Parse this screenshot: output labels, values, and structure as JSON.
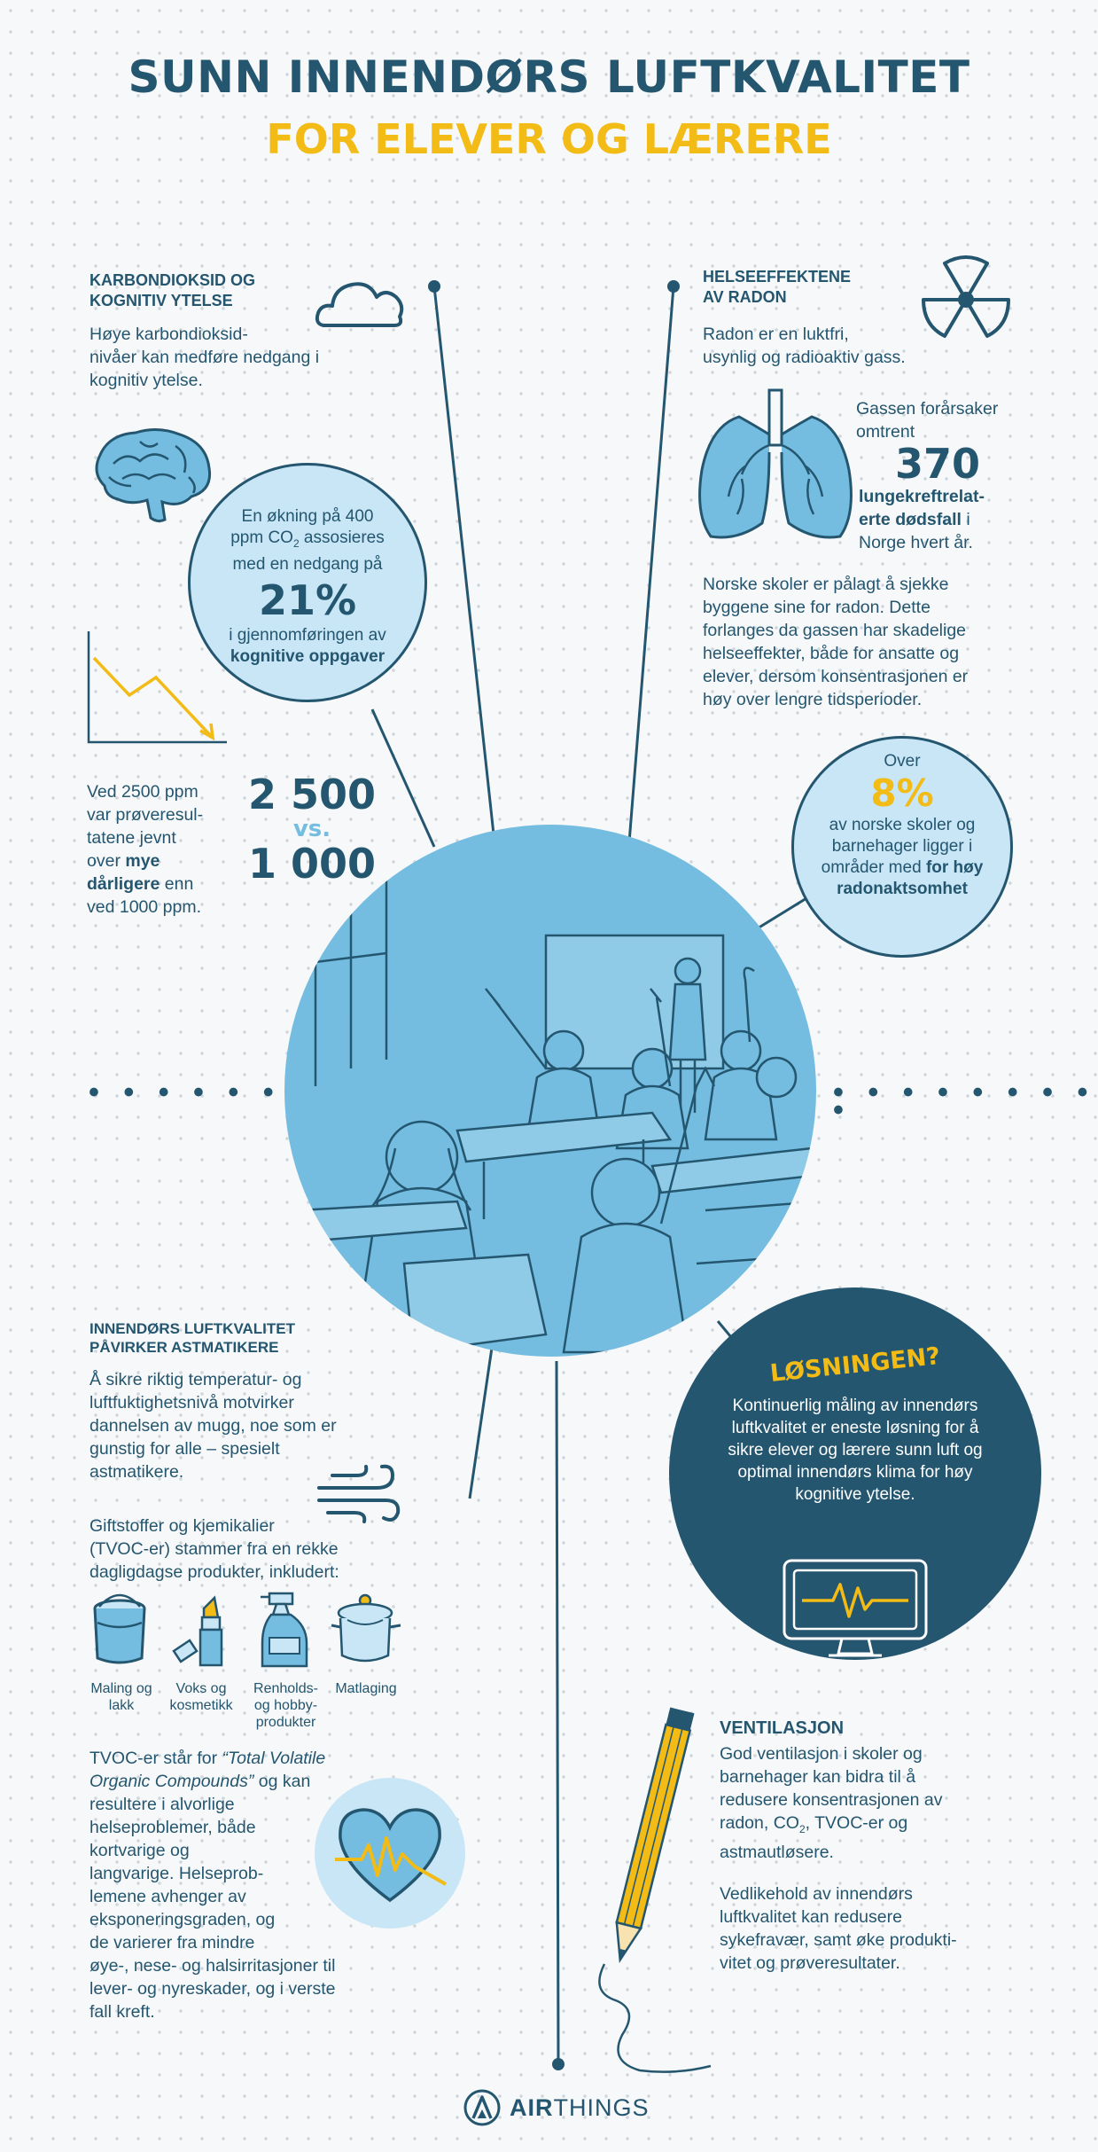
{
  "title": {
    "line1": "SUNN INNENDØRS LUFTKVALITET",
    "line2": "FOR ELEVER OG LÆRERE"
  },
  "co2": {
    "heading1": "KARBONDIOKSID OG",
    "heading2": "KOGNITIV YTELSE",
    "text1": "Høye karbondioksid-",
    "text2": "nivåer kan medføre nedgang i",
    "text3": "kognitiv ytelse.",
    "circle_line1": "En økning på 400",
    "circle_line2_a": "ppm CO",
    "circle_line2_sub": "2",
    "circle_line2_b": " assosieres",
    "circle_line3": "med en nedgang på",
    "circle_percent": "21%",
    "circle_line4": "i gjennomføringen av",
    "circle_bold": "kognitive oppgaver",
    "ppm_text1": "Ved 2500 ppm",
    "ppm_text2": "var prøveresul-",
    "ppm_text3": "tatene jevnt",
    "ppm_text4_a": "over ",
    "ppm_text4_b": "mye",
    "ppm_text5_a": "dårligere",
    "ppm_text5_b": " enn",
    "ppm_text6": "ved 1000 ppm.",
    "num1": "2 500",
    "vs": "vs.",
    "num2": "1 000"
  },
  "radon": {
    "heading1": "HELSEEFFEKTENE",
    "heading2": "AV RADON",
    "text1": "Radon er en luktfri,",
    "text2": "usynlig og radioaktiv gass.",
    "gas1": "Gassen forårsaker",
    "gas2": "omtrent",
    "number": "370",
    "bold1": "lungekreftrelat-",
    "bold2_a": "erte dødsfall",
    "bold2_b": " i",
    "gas3": "Norge hvert år.",
    "para1": "Norske skoler er pålagt å sjekke",
    "para2": "byggene sine for radon. Dette",
    "para3": "forlanges da gassen har skadelige",
    "para4": "helseeffekter, både for ansatte og",
    "para5": "elever, dersom konsentrasjonen er",
    "para6": "høy over lengre tidsperioder.",
    "circle_over": "Over",
    "circle_percent": "8%",
    "circle_line1": "av norske skoler og",
    "circle_line2": "barnehager ligger i",
    "circle_line3_a": "områder med ",
    "circle_line3_b": "for høy",
    "circle_line4": "radonaktsomhet"
  },
  "asthma": {
    "heading1": "INNENDØRS LUFTKVALITET",
    "heading2": "PÅVIRKER ASTMATIKERE",
    "p1": "Å sikre riktig temperatur- og",
    "p2": "luftfuktighetsnivå motvirker",
    "p3": "dannelsen av mugg, noe som er",
    "p4": "gunstig for alle – spesielt",
    "p5": "astmatikere.",
    "q1": "Giftstoffer og kjemikalier",
    "q2": "(TVOC-er) stammer fra en rekke",
    "q3": "dagligdagse produkter, inkludert:",
    "products": [
      {
        "line1": "Maling og",
        "line2": "lakk",
        "line3": ""
      },
      {
        "line1": "Voks og",
        "line2": "kosmetikk",
        "line3": ""
      },
      {
        "line1": "Renholds-",
        "line2": "og hobby-",
        "line3": "produkter"
      },
      {
        "line1": "Matlaging",
        "line2": "",
        "line3": ""
      }
    ],
    "t1_a": "TVOC-er står for ",
    "t1_b": "“Total Volatile",
    "t2_a": "Organic Compounds”",
    "t2_b": " og kan",
    "t3": "resultere i alvorlige",
    "t4": "helseproblemer, både",
    "t5": "kortvarige og",
    "t6": "langvarige. Helseprob-",
    "t7": "lemene avhenger av",
    "t8": "eksponeringsgraden, og",
    "t9": "de varierer fra mindre",
    "t10": "øye-, nese- og halsirritasjoner til",
    "t11": "lever- og nyreskader, og i verste",
    "t12": "fall kreft."
  },
  "solution": {
    "title": "LØSNINGEN?",
    "l1": "Kontinuerlig måling av innendørs",
    "l2": "luftkvalitet er eneste løsning for å",
    "l3": "sikre elever og lærere sunn luft og",
    "l4": "optimal innendørs klima for høy",
    "l5": "kognitive ytelse."
  },
  "ventilation": {
    "heading": "VENTILASJON",
    "a1": "God ventilasjon i skoler og",
    "a2": "barnehager kan bidra til å",
    "a3": "redusere konsentrasjonen av",
    "a4_a": "radon, CO",
    "a4_sub": "2",
    "a4_b": ", TVOC-er og",
    "a5": "astmautløsere.",
    "b1": "Vedlikehold av innendørs",
    "b2": "luftkvalitet kan redusere",
    "b3": "sykefravær, samt øke produkti-",
    "b4": "vitet og prøveresultater."
  },
  "brand": {
    "air": "AIR",
    "things": "THINGS"
  },
  "icons": [
    "cloud-icon",
    "brain-icon",
    "declining-chart-icon",
    "radiation-icon",
    "lungs-icon",
    "wind-icon",
    "paint-can-icon",
    "lipstick-icon",
    "spray-bottle-icon",
    "cooking-pot-icon",
    "heart-pulse-icon",
    "monitor-icon",
    "pencil-icon",
    "airthings-logo-icon"
  ],
  "colors": {
    "navy": "#24566f",
    "yellow": "#f2bb16",
    "light_blue": "#c8e6f6",
    "classroom_blue": "#74bde0"
  }
}
